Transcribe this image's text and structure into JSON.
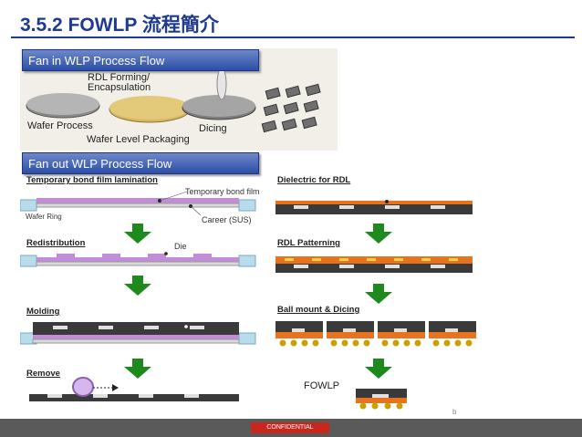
{
  "header": {
    "title": "3.5.2 FOWLP 流程簡介"
  },
  "banners": {
    "fan_in": "Fan in WLP Process Flow",
    "fan_out": "Fan out WLP Process Flow"
  },
  "fan_in": {
    "rdl_label": "RDL Forming/\nEncapsulation",
    "wafer_process": "Wafer Process",
    "dicing": "Dicing",
    "wlp": "Wafer Level Packaging"
  },
  "left_steps": {
    "s1": "Temporary bond film lamination",
    "s1_note": "Temporary bond film",
    "wafer_ring": "Wafer Ring",
    "career": "Career (SUS)",
    "s2": "Redistribution",
    "die": "Die",
    "s3": "Molding",
    "s4": "Remove"
  },
  "right_steps": {
    "s1": "Dielectric for RDL",
    "s2": "RDL Patterning",
    "s3": "Ball mount & Dicing",
    "s4": "FOWLP"
  },
  "footer": {
    "confidential": "CONFIDENTIAL",
    "page": "b"
  },
  "colors": {
    "accent": "#1f3a93",
    "arrow": "#1e8a1e",
    "mold": "#3a3a3a",
    "rdl": "#e8731e",
    "film": "#c38cd6"
  }
}
